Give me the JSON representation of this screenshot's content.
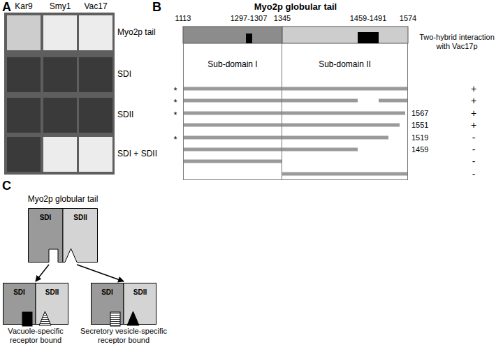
{
  "diagram": {
    "nodes": [
      {
        "text": [
          "Sub-domain I"
        ]
      },
      {
        "text": [
          "Sub-domain II"
        ]
      },
      {
        "text": [
          "Myo2p globular tail"
        ]
      },
      {
        "text": [
          "SDI"
        ],
        "in": 2
      },
      {
        "text": [
          "SDII"
        ],
        "in": 2
      },
      {
        "text": [
          "Vacuole-specific receptor bound"
        ]
      },
      {
        "text": [
          "SDI"
        ],
        "in": 5
      },
      {
        "text": [
          "SDII"
        ],
        "in": 5
      },
      {
        "text": [
          "Secretory vesicle-specific receptor bound"
        ]
      },
      {
        "text": [
          "SDI"
        ],
        "in": 8
      },
      {
        "text": [
          "SDII"
        ],
        "in": 8
      }
    ],
    "edges": [
      {
        "from": 2,
        "to": 5,
        "arrow": "to"
      },
      {
        "from": 2,
        "to": 8,
        "arrow": "to"
      }
    ],
    "labels": [
      "A",
      "Kar9",
      "Smy1",
      "Vac17",
      "Myo2p tail",
      "SDI",
      "SDII",
      "SDI + SDII",
      "B",
      "Myo2p globular tail",
      "1113",
      "1297-1307",
      "1345",
      "1459-1491",
      "1574",
      "Two-hybrid interaction with Vac17p",
      "*",
      "*",
      "*",
      "*",
      "1567",
      "1551",
      "1519",
      "1459",
      "+",
      "+",
      "+",
      "+",
      "-",
      "-",
      "-",
      "-",
      "C"
    ]
  }
}
